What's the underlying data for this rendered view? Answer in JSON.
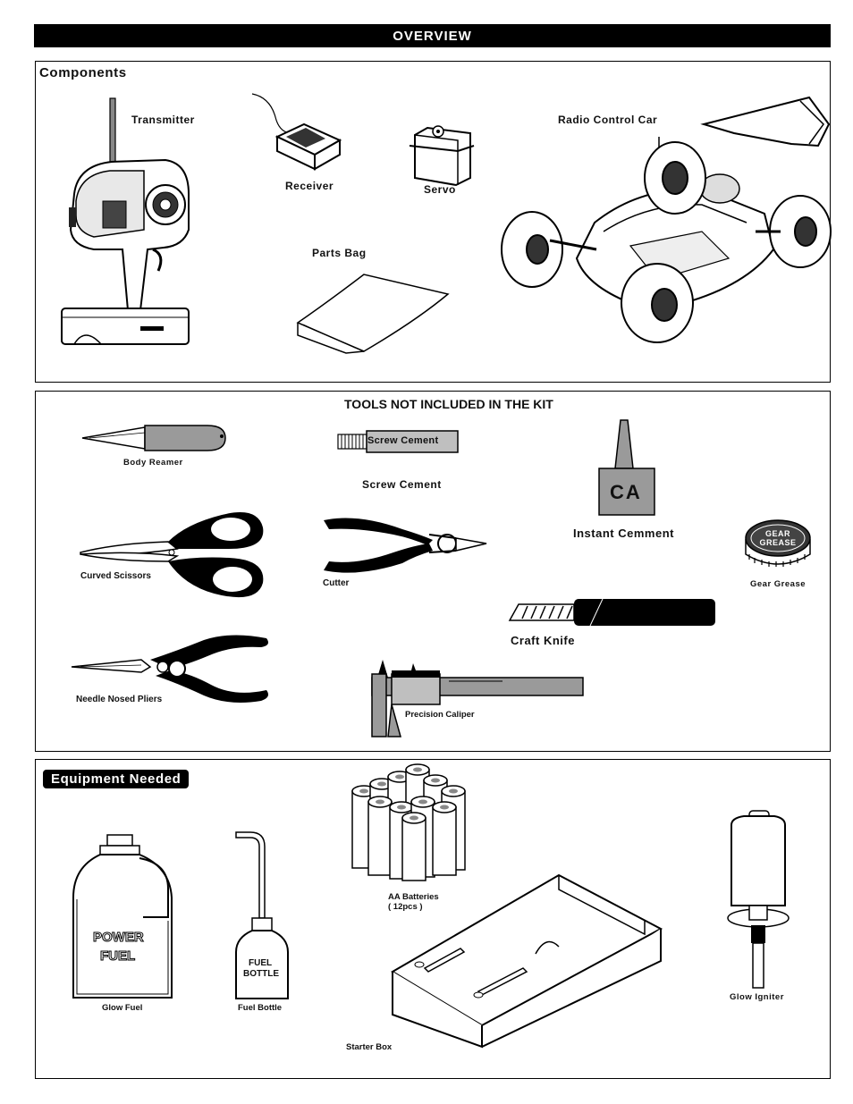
{
  "header": {
    "title": "OVERVIEW"
  },
  "components": {
    "heading": "Components",
    "transmitter": "Transmitter",
    "receiver": "Receiver",
    "servo": "Servo",
    "parts_bag": "Parts Bag",
    "car": "Radio Control Car"
  },
  "tools": {
    "heading": "TOOLS NOT INCLUDED IN THE KIT",
    "body_reamer": "Body Reamer",
    "screw_cement_tube": "Screw Cement",
    "screw_cement": "Screw Cement",
    "ca_text": "CA",
    "instant_cement": "Instant Cemment",
    "gear_grease_lid": "GEAR GREASE",
    "gear_grease": "Gear Grease",
    "curved_scissors": "Curved Scissors",
    "cutter": "Cutter",
    "craft_knife": "Craft Knife",
    "needle_pliers": "Needle Nosed Pliers",
    "caliper": "Precision Caliper"
  },
  "equipment": {
    "heading": "Equipment Needed",
    "glow_fuel_label1": "POWER",
    "glow_fuel_label2": "FUEL",
    "glow_fuel": "Glow Fuel",
    "fuel_bottle_label1": "FUEL",
    "fuel_bottle_label2": "BOTTLE",
    "fuel_bottle": "Fuel Bottle",
    "batteries": "AA Batteries",
    "batteries_count": "( 12pcs )",
    "starter_box": "Starter Box",
    "glow_igniter": "Glow Igniter"
  },
  "colors": {
    "ink": "#000000",
    "gray_fill": "#9a9a9a",
    "light_gray": "#cfcfcf",
    "paper": "#ffffff"
  }
}
